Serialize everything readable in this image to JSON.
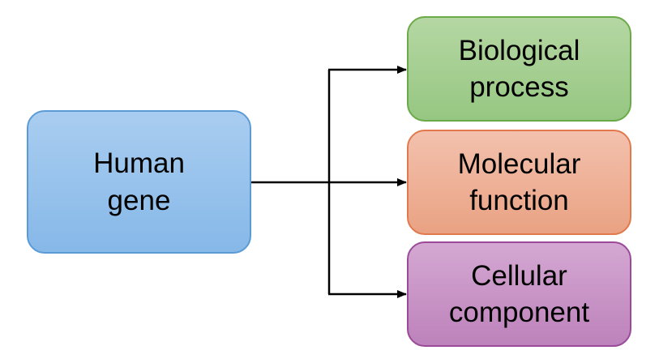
{
  "diagram": {
    "source": {
      "label": "Human\ngene",
      "fill_top": "#a9cdf0",
      "fill_bottom": "#86b8e8",
      "border": "#5b9bd5"
    },
    "targets": [
      {
        "id": "bp",
        "label": "Biological\nprocess",
        "fill_top": "#b5d7a3",
        "fill_bottom": "#96c782",
        "border": "#6aaa48"
      },
      {
        "id": "mf",
        "label": "Molecular\nfunction",
        "fill_top": "#f3c1ad",
        "fill_bottom": "#e9a283",
        "border": "#e2794c"
      },
      {
        "id": "cc",
        "label": "Cellular\ncomponent",
        "fill_top": "#d4a8d2",
        "fill_bottom": "#bd82bb",
        "border": "#9b4a9a"
      }
    ],
    "connector_color": "#000000"
  }
}
